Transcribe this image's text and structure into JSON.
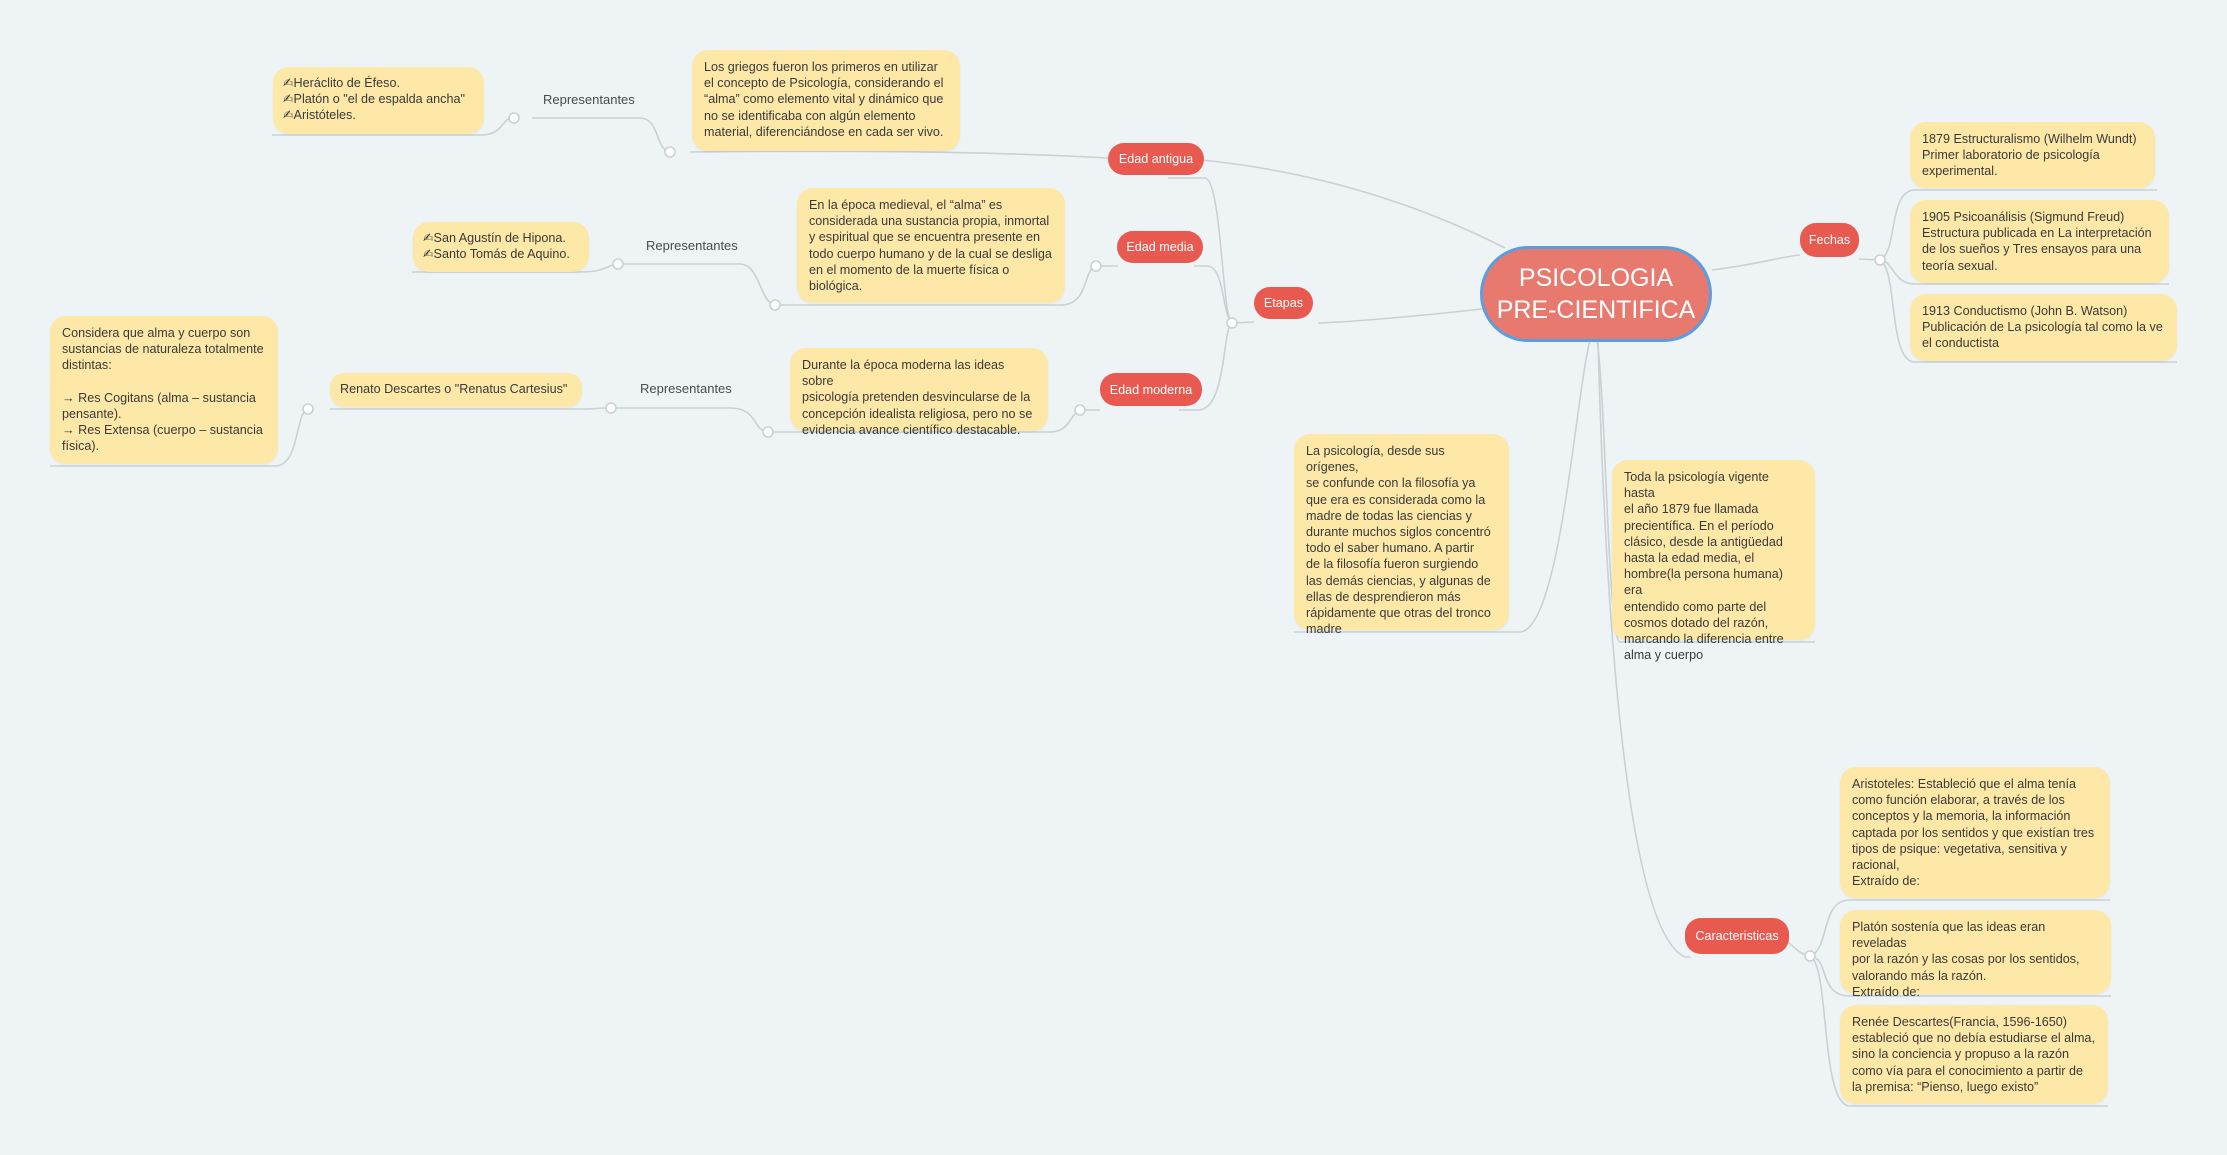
{
  "root": {
    "line1": "PSICOLOGIA",
    "line2": "PRE-CIENTIFICA"
  },
  "etapas": {
    "label": "Etapas",
    "edad_antigua": {
      "label": "Edad antigua",
      "description": "Los griegos fueron los primeros en utilizar\nel concepto de Psicología, considerando el\n“alma” como elemento vital y dinámico que\nno se identificaba con algún elemento\nmaterial, diferenciándose en cada ser vivo.",
      "representantes_label": "Representantes",
      "representantes": "✍Heráclito de Éfeso.\n✍Platón o \"el de espalda ancha\"\n✍Aristóteles."
    },
    "edad_media": {
      "label": "Edad media",
      "description": "En la época medieval, el “alma” es\nconsiderada una sustancia propia, inmortal\ny espiritual que se encuentra presente en\ntodo cuerpo humano y de la cual se desliga\nen el momento de la muerte física o\nbiológica.",
      "representantes_label": "Representantes",
      "representantes": "✍San Agustín de Hipona.\n✍Santo Tomás de Aquino."
    },
    "edad_moderna": {
      "label": "Edad moderna",
      "description": "Durante la época moderna las ideas sobre\npsicología pretenden desvincularse de la\nconcepción idealista religiosa, pero no se\nevidencia avance científico destacable.",
      "representantes_label": "Representantes",
      "representante": "Renato Descartes  o \"Renatus Cartesius\"",
      "detalle": "Considera que alma y cuerpo son\nsustancias de naturaleza totalmente\ndistintas:\n\n→ Res Cogitans (alma – sustancia\npensante).\n→ Res Extensa (cuerpo – sustancia\nfísica)."
    }
  },
  "fechas": {
    "label": "Fechas",
    "items": [
      "1879 Estructuralismo (Wilhelm Wundt)\nPrimer laboratorio de psicología\nexperimental.",
      "1905 Psicoanálisis (Sigmund Freud)\nEstructura publicada en La interpretación\nde los sueños y Tres ensayos para una\nteoría sexual.",
      "1913 Conductismo (John B. Watson)\nPublicación de La psicología tal como la ve\nel conductista"
    ]
  },
  "origenes": "La psicología, desde sus orígenes,\nse confunde con la filosofía ya\nque era es considerada como la\nmadre de todas las ciencias y\ndurante muchos siglos concentró\ntodo el saber humano. A partir\nde la filosofía fueron surgiendo\nlas demás ciencias, y algunas de\nellas de desprendieron más\nrápidamente que otras del tronco\nmadre",
  "vigente": "Toda la psicología vigente hasta\nel año 1879 fue llamada\nprecientífica. En el período\nclásico, desde la antigüedad\nhasta la edad media, el\nhombre(la persona humana) era\nentendido como parte del\ncosmos dotado del razón,\nmarcando la diferencia entre\nalma y cuerpo",
  "caracteristicas": {
    "label": "Caracteristicas",
    "items": [
      "Aristoteles: Estableció que el alma tenía\ncomo función elaborar, a través de los\nconceptos y la memoria, la información\ncaptada por los sentidos y que existían tres\ntipos de psique: vegetativa, sensitiva y\nracional,\nExtraído de:",
      "Platón sostenía que las ideas eran reveladas\npor la razón y las cosas por los sentidos,\nvalorando más la razón.\nExtraído de:",
      "Renée Descartes(Francia, 1596-1650)\nestableció que no debía estudiarse el alma,\nsino la conciencia y propuso a la razón\ncomo vía para el conocimiento a partir de\nla premisa: “Pienso, luego existo”"
    ]
  },
  "colors": {
    "background": "#eef4f6",
    "root_fill": "#e8796f",
    "root_border": "#5b9ee0",
    "branch_fill": "#e85a50",
    "topic_fill": "#fde8a7",
    "connector": "#c9d1d4"
  }
}
